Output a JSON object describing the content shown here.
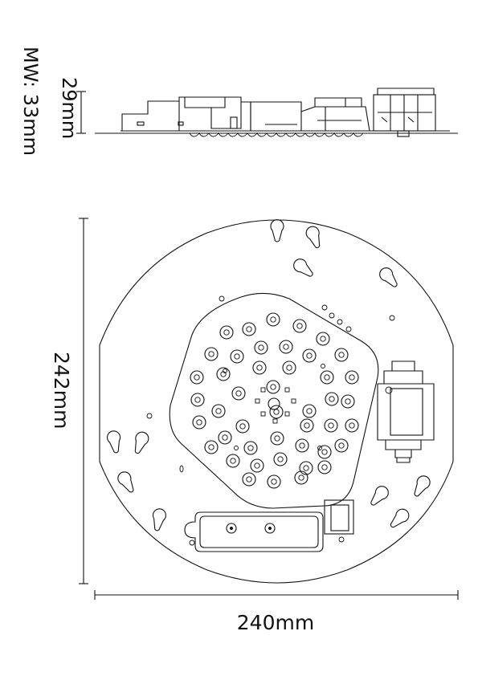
{
  "dimensions": {
    "height_side": "29mm",
    "height_mw": "MW: 33mm",
    "diameter_vertical": "242mm",
    "width_horizontal": "240mm"
  },
  "icons": {
    "keyhole": "keyhole-slot-icon",
    "led": "led-chip-icon",
    "terminal": "terminal-block-icon"
  },
  "colors": {
    "line": "#111111",
    "background": "#ffffff"
  }
}
